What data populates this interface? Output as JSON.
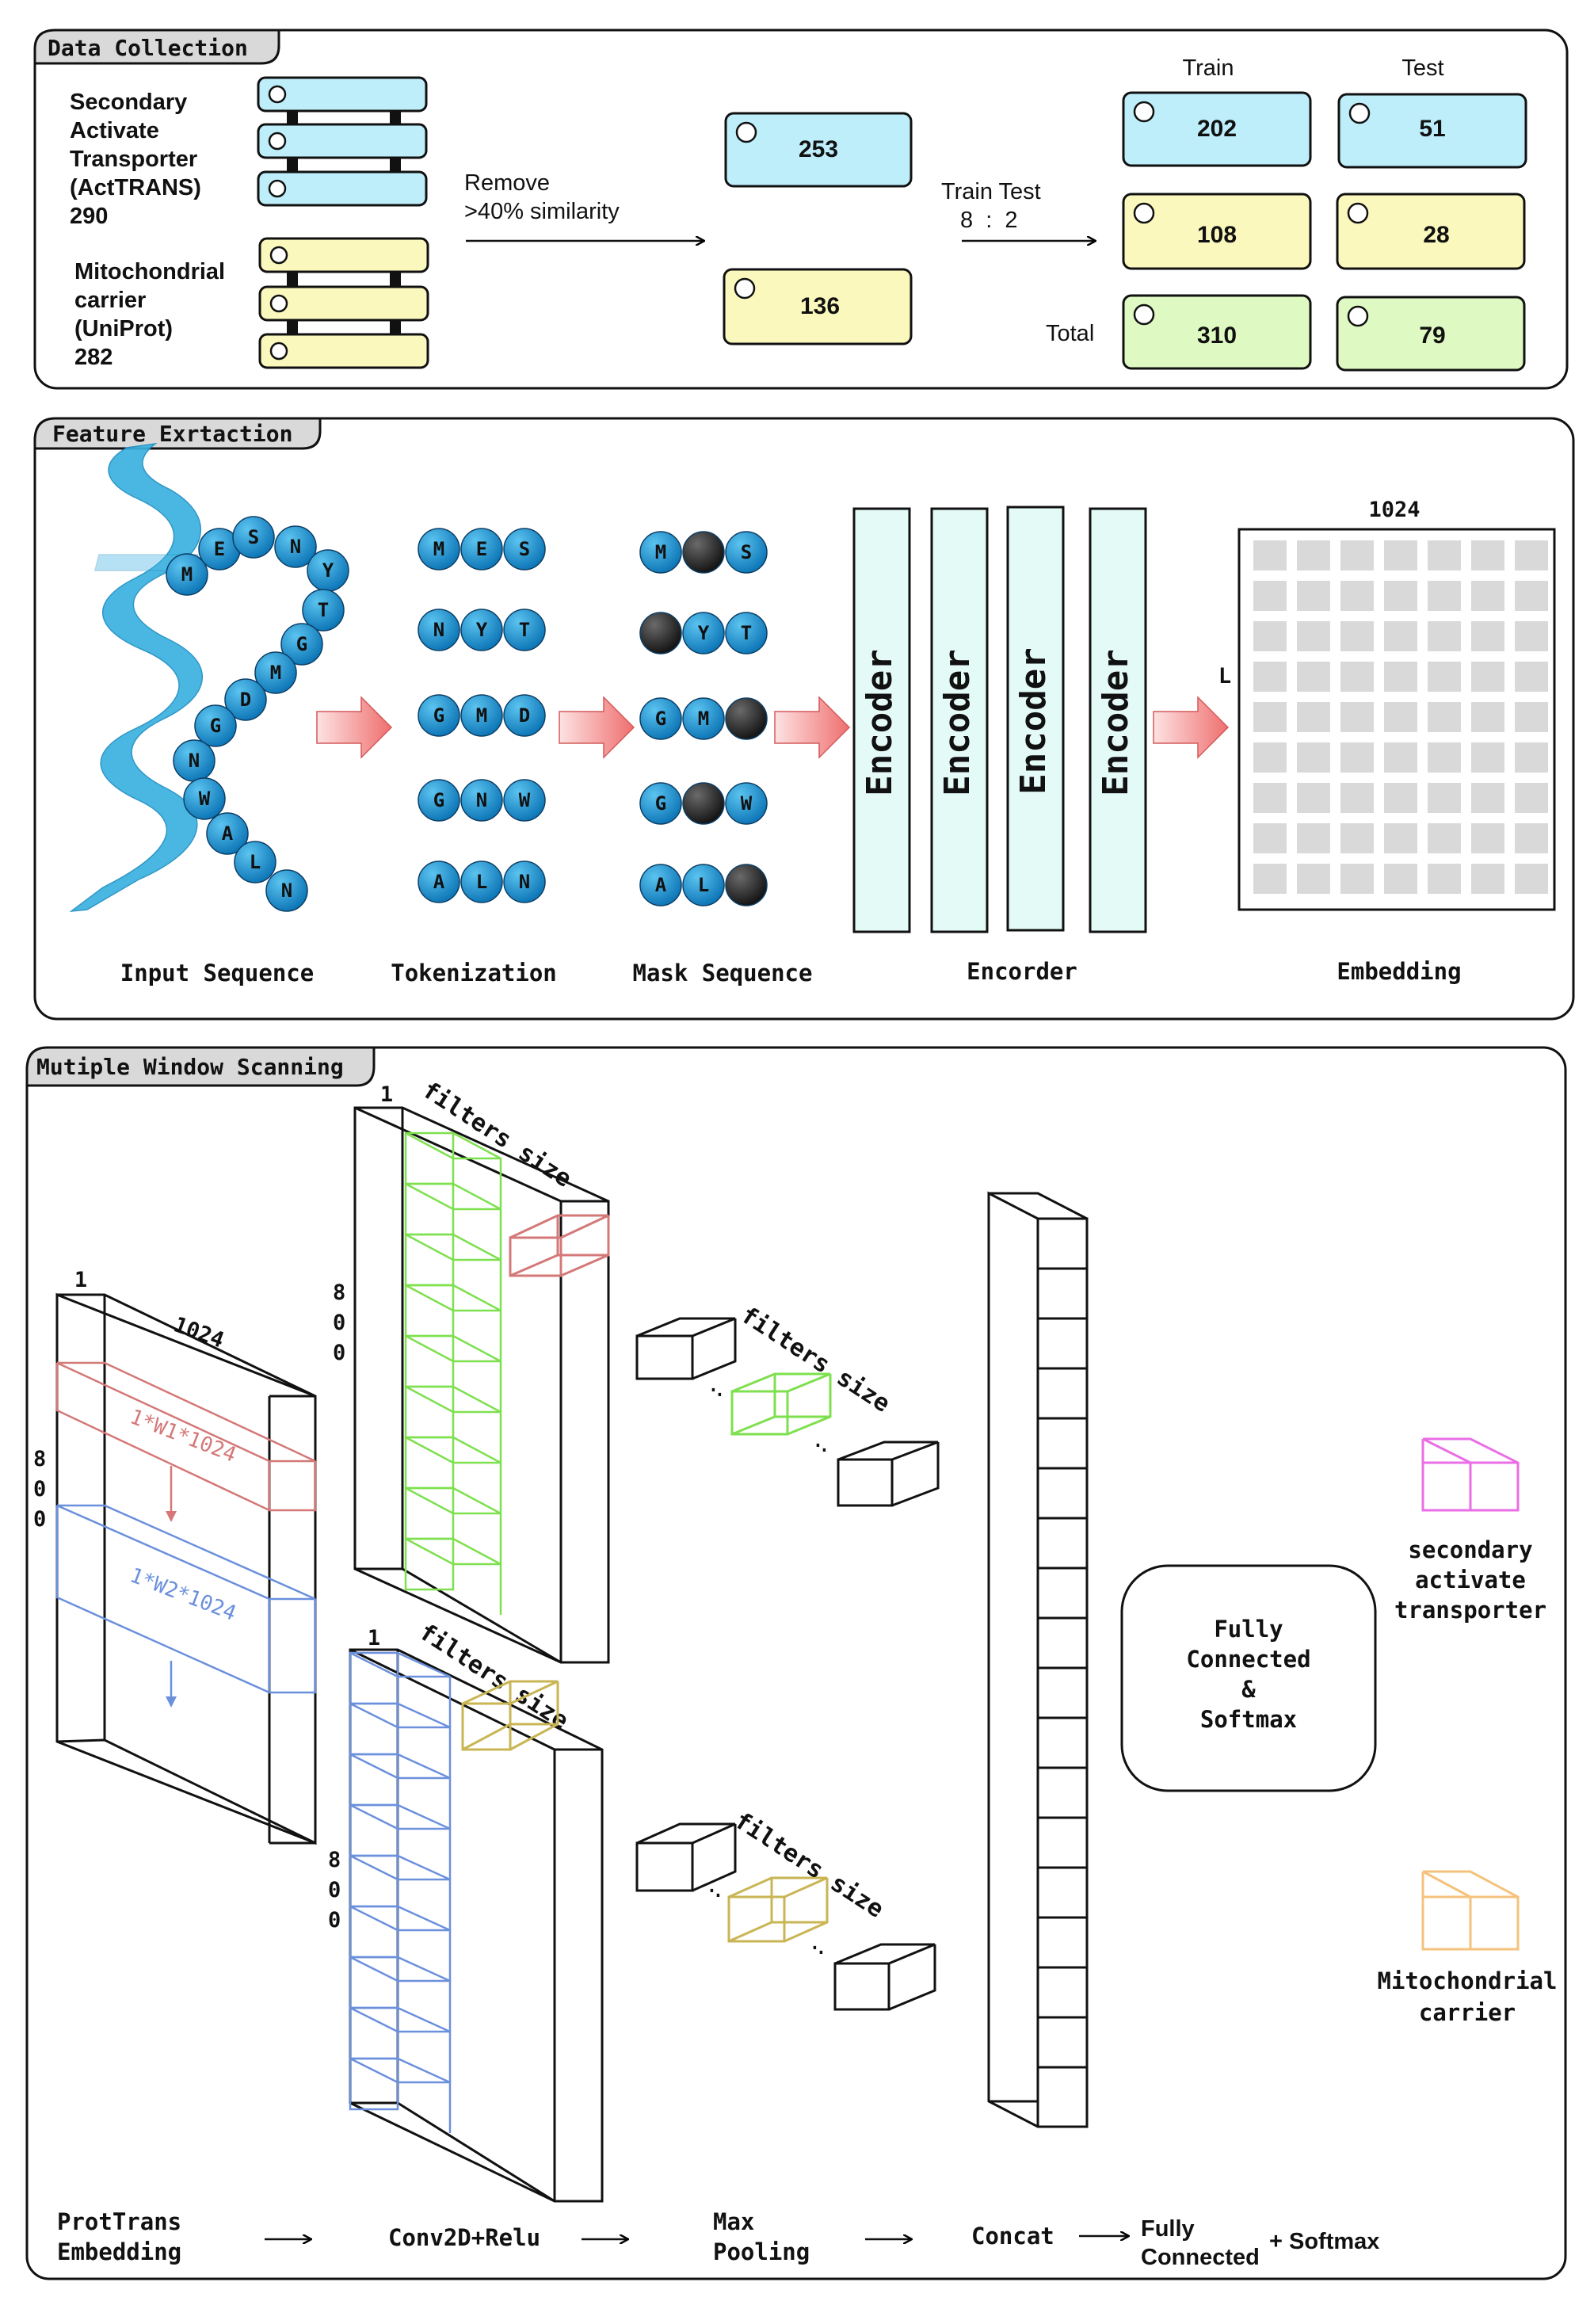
{
  "panels": {
    "data_collection": "Data Collection",
    "feature_extraction": "Feature Exrtaction",
    "window_scanning": "Mutiple Window Scanning"
  },
  "data_collection": {
    "source1": {
      "line1": "Secondary",
      "line2": "Activate",
      "line3": "Transporter",
      "line4": "(ActTRANS)",
      "count": "290"
    },
    "source2": {
      "line1": "Mitochondrial",
      "line2": "carrier",
      "line3": "(UniProt)",
      "count": "282"
    },
    "remove": {
      "line1": "Remove",
      "line2": ">40% similarity"
    },
    "filtered": {
      "blue": "253",
      "yellow": "136"
    },
    "split": {
      "line1": "Train Test",
      "line2": "8  :  2"
    },
    "col_train": "Train",
    "col_test": "Test",
    "total_label": "Total",
    "train": {
      "blue": "202",
      "yellow": "108",
      "total": "310"
    },
    "test": {
      "blue": "51",
      "yellow": "28",
      "total": "79"
    }
  },
  "feature": {
    "helix_letters": [
      "M",
      "E",
      "S",
      "N",
      "Y",
      "T",
      "G",
      "M",
      "D",
      "G",
      "N",
      "W",
      "A",
      "L",
      "N"
    ],
    "token_rows": [
      [
        "M",
        "E",
        "S"
      ],
      [
        "N",
        "Y",
        "T"
      ],
      [
        "G",
        "M",
        "D"
      ],
      [
        "G",
        "N",
        "W"
      ],
      [
        "A",
        "L",
        "N"
      ]
    ],
    "mask_rows": [
      [
        "M",
        "",
        "S"
      ],
      [
        "",
        "Y",
        "T"
      ],
      [
        "G",
        "M",
        ""
      ],
      [
        "G",
        "",
        "W"
      ],
      [
        "A",
        "L",
        ""
      ]
    ],
    "encoder_label": "Encoder",
    "embedding_dim": "1024",
    "embedding_L": "L",
    "captions": {
      "input": "Input Sequence",
      "tokenization": "Tokenization",
      "mask": "Mask Sequence",
      "encoder": "Encorder",
      "embedding": "Embedding"
    }
  },
  "scanning": {
    "input_one": "1",
    "input_dim": "1024",
    "input_depth": "800",
    "window1": "1*W1*1024",
    "window2": "1*W2*1024",
    "conv_one": "1",
    "conv_depth": "800",
    "filters_size": "filters size",
    "dots": ".",
    "fc_box": {
      "line1": "Fully",
      "line2": "Connected",
      "line3": "&",
      "line4": "Softmax"
    },
    "class1": {
      "line1": "secondary",
      "line2": "activate",
      "line3": "transporter"
    },
    "class2": {
      "line1": "Mitochondrial",
      "line2": "carrier"
    },
    "pipeline": {
      "step1_line1": "ProtTrans",
      "step1_line2": "Embedding",
      "step2": "Conv2D+Relu",
      "step3_line1": "Max",
      "step3_line2": "Pooling",
      "step4": "Concat",
      "step5_line1": "Fully",
      "step5_line2": "Connected",
      "step6": "+ Softmax"
    }
  },
  "colors": {
    "blue_fill": "#bdeefa",
    "yellow_fill": "#fbf8bd",
    "green_fill": "#dff9c2",
    "encoder_fill": "#e4faf7",
    "ball": "#1a8fcc",
    "ball_dark": "#2b2b2b",
    "helix": "#3bb0e0",
    "arrow_red": "#f07a7a",
    "win_red": "#d47878",
    "win_blue": "#6b90dc",
    "filter_green": "#7ee04e",
    "filter_olive": "#c9b554",
    "class_magenta": "#ea6ee6",
    "class_orange": "#f5c27c"
  }
}
